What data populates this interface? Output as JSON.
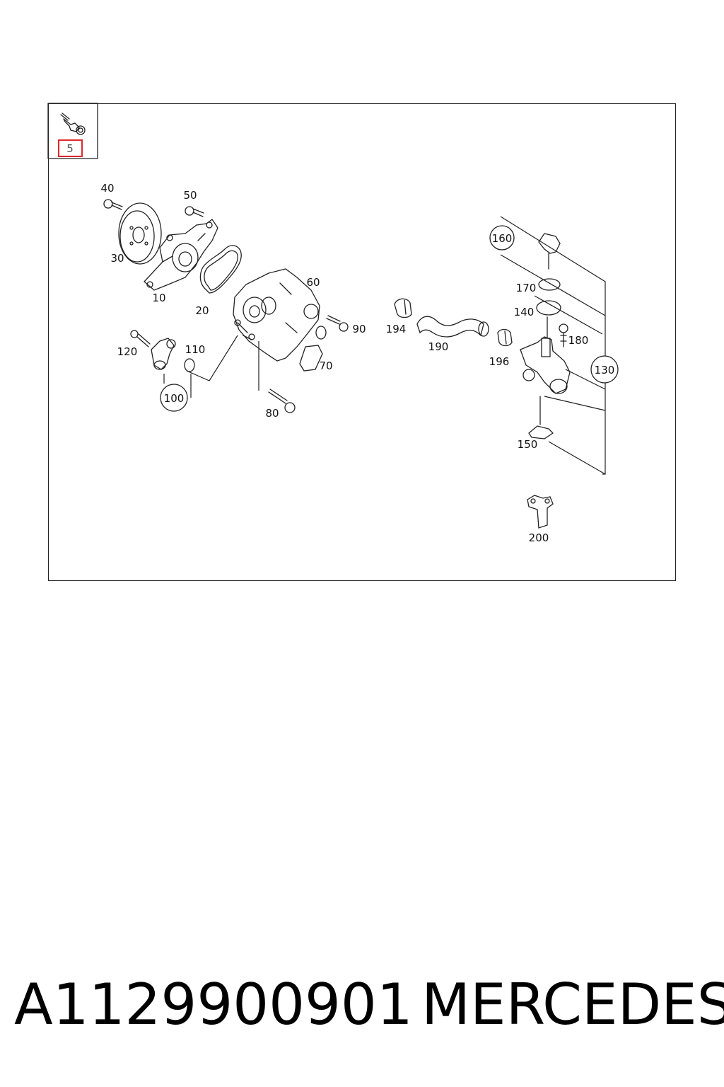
{
  "diagram": {
    "callouts": {
      "c5": "5",
      "c10": "10",
      "c20": "20",
      "c30": "30",
      "c40": "40",
      "c50": "50",
      "c60": "60",
      "c70": "70",
      "c80": "80",
      "c90": "90",
      "c100": "100",
      "c110": "110",
      "c120": "120",
      "c130": "130",
      "c140": "140",
      "c150": "150",
      "c160": "160",
      "c170": "170",
      "c180": "180",
      "c190": "190",
      "c194": "194",
      "c196": "196",
      "c200": "200"
    },
    "highlight_color": "#e0262e"
  },
  "caption": {
    "part_number": "A1129900901",
    "brand": "MERCEDES"
  }
}
